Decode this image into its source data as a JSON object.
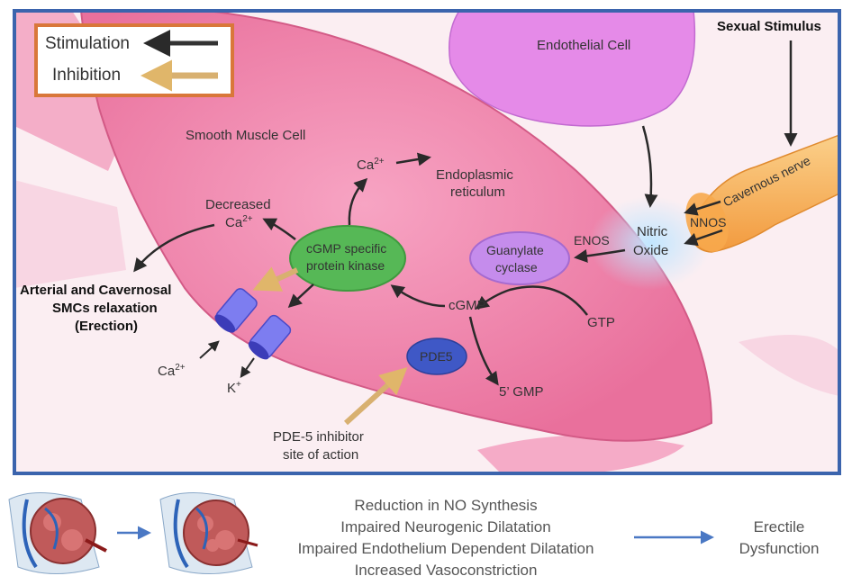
{
  "legend": {
    "stimulation": "Stimulation",
    "inhibition": "Inhibition"
  },
  "labels": {
    "sexual_stimulus": "Sexual Stimulus",
    "endothelial_cell": "Endothelial Cell",
    "smooth_muscle_cell": "Smooth Muscle Cell",
    "cavernous_nerve": "Cavernous nerve",
    "nnos": "NNOS",
    "nitric_oxide_line1": "Nitric",
    "nitric_oxide_line2": "Oxide",
    "enos": "ENOS",
    "guanylate_line1": "Guanylate",
    "guanylate_line2": "cyclase",
    "cgmp": "cGMP",
    "gtp": "GTP",
    "pde5": "PDE5",
    "five_gmp": "5’ GMP",
    "pkg_line1": "cGMP specific",
    "pkg_line2": "protein kinase",
    "ca_top": "Ca",
    "ca_top_sup": "2+",
    "er_line1": "Endoplasmic",
    "er_line2": "reticulum",
    "decreased_line1": "Decreased",
    "decreased_ca": "Ca",
    "decreased_ca_sup": "2+",
    "relax_line1": "Arterial and Cavernosal",
    "relax_line2": "SMCs relaxation",
    "relax_line3": "(Erection)",
    "ca_channel": "Ca",
    "ca_channel_sup": "2+",
    "k_channel": "K",
    "k_channel_sup": "+",
    "pde5_inhibitor_line1": "PDE-5 inhibitor",
    "pde5_inhibitor_line2": "site of action"
  },
  "bottom": {
    "causes": [
      "Reduction in NO Synthesis",
      "Impaired Neurogenic Dilatation",
      "Impaired Endothelium Dependent Dilatation",
      "Increased Vasoconstriction"
    ],
    "outcome_line1": "Erectile",
    "outcome_line2": "Dysfunction"
  },
  "colors": {
    "frame": "#3b64ad",
    "legend_border": "#d9773a",
    "cell_pink": "#ef7fa8",
    "endothelial": "#e58ae8",
    "nerve": "#f7b15a",
    "kinase": "#56b856",
    "guanylate": "#c58cec",
    "pde5": "#3f58c6",
    "channel": "#7d7df0",
    "stim_arrow": "#333333",
    "inhib_arrow": "#d8b070"
  }
}
